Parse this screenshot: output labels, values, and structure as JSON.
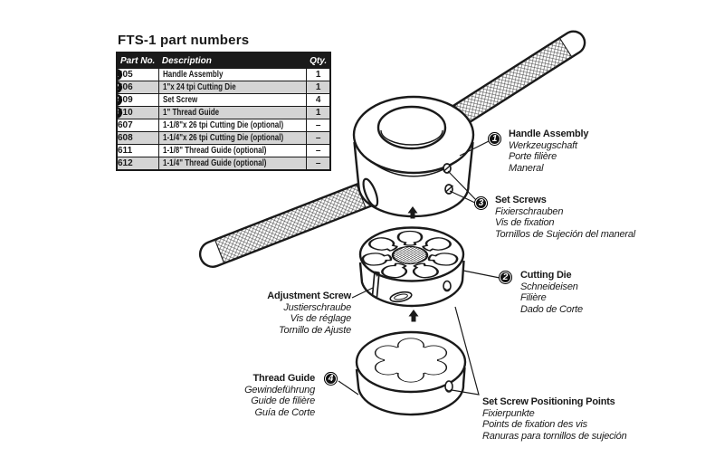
{
  "table": {
    "title": "FTS-1 part numbers",
    "columns": [
      "Part No.",
      "Description",
      "Qty."
    ],
    "rows": [
      {
        "badge": "1",
        "part": "605",
        "desc": "Handle Assembly",
        "qty": "1"
      },
      {
        "badge": "2",
        "part": "606",
        "desc": "1\"x 24 tpi Cutting Die",
        "qty": "1"
      },
      {
        "badge": "3",
        "part": "609",
        "desc": "Set Screw",
        "qty": "4"
      },
      {
        "badge": "4",
        "part": "610",
        "desc": "1\" Thread Guide",
        "qty": "1"
      },
      {
        "badge": "",
        "part": "607",
        "desc": "1-1/8\"x 26 tpi Cutting Die (optional)",
        "qty": "–"
      },
      {
        "badge": "",
        "part": "608",
        "desc": "1-1/4\"x 26 tpi Cutting Die (optional)",
        "qty": "–"
      },
      {
        "badge": "",
        "part": "611",
        "desc": "1-1/8\" Thread Guide (optional)",
        "qty": "–"
      },
      {
        "badge": "",
        "part": "612",
        "desc": "1-1/4\" Thread Guide (optional)",
        "qty": "–"
      }
    ]
  },
  "labels": {
    "handle_assembly": {
      "badge": "1",
      "title": "Handle Assembly",
      "translations": [
        "Werkzeugschaft",
        "Porte filière",
        "Maneral"
      ]
    },
    "set_screws": {
      "badge": "3",
      "title": "Set Screws",
      "translations": [
        "Fixierschrauben",
        "Vis de fixation",
        "Tornillos de Sujeción del maneral"
      ]
    },
    "cutting_die": {
      "badge": "2",
      "title": "Cutting Die",
      "translations": [
        "Schneideisen",
        "Filière",
        "Dado de Corte"
      ]
    },
    "adjustment_screw": {
      "title": "Adjustment Screw",
      "translations": [
        "Justierschraube",
        "Vis de réglage",
        "Tornillo de Ajuste"
      ]
    },
    "thread_guide": {
      "badge": "4",
      "title": "Thread Guide",
      "translations": [
        "Gewindeführung",
        "Guide de filière",
        "Guía de Corte"
      ]
    },
    "set_screw_positioning_points": {
      "title": "Set Screw Positioning Points",
      "translations": [
        "Fixierpunkte",
        "Points de fixation des vis",
        "Ranuras para tornillos de sujeción"
      ]
    }
  },
  "colors": {
    "ink": "#1a1a1a",
    "row_alt": "#d4d4d4",
    "paper": "#ffffff"
  }
}
